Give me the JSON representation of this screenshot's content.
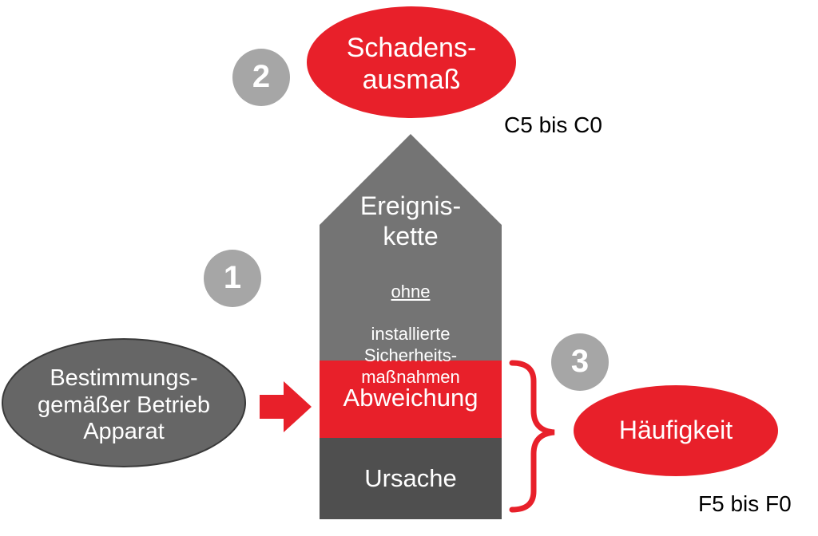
{
  "colors": {
    "red": "#e8202a",
    "gray_dark": "#4f4f4f",
    "gray_mid": "#747474",
    "gray_ellipse": "#666666",
    "gray_circle": "#a6a6a6",
    "text_light": "#ffffff",
    "text_dark": "#000000"
  },
  "damage": {
    "label": "Schadens-\nausmaß",
    "range": "C5 bis C0",
    "step": "2"
  },
  "event_chain": {
    "title": "Ereignis-\nkette",
    "qualifier": "ohne",
    "detail": "installierte\nSicherheits-\nmaßnahmen",
    "step": "1"
  },
  "deviation": {
    "label": "Abweichung"
  },
  "cause": {
    "label": "Ursache"
  },
  "intended_operation": {
    "label": "Bestimmungs-\ngemäßer Betrieb\nApparat"
  },
  "frequency": {
    "label": "Häufigkeit",
    "range": "F5 bis F0",
    "step": "3"
  }
}
